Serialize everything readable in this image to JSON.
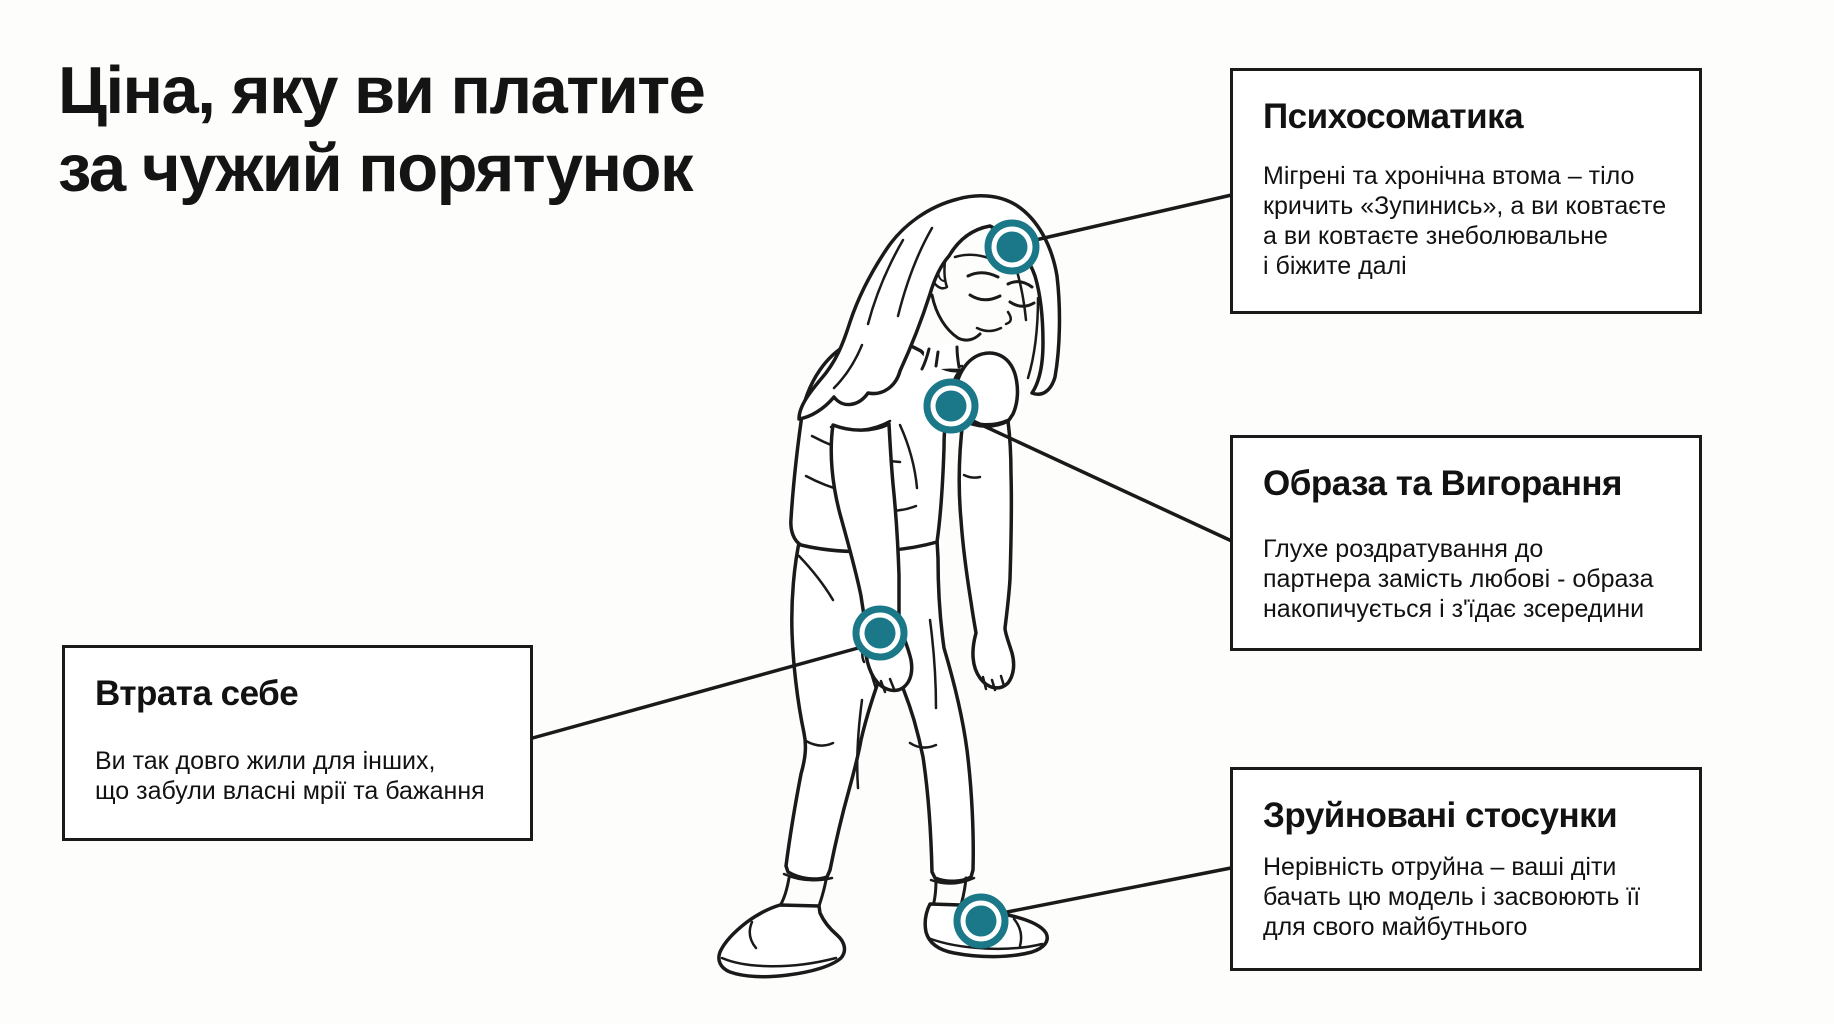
{
  "title": "Ціна, яку ви платите\nза чужий порятунок",
  "callouts": [
    {
      "id": "psychosomatics",
      "title": "Психосоматика",
      "body": "Мігрені та хронічна втома – тіло\nкричить «Зупинись», а ви ковтаєте\nа ви ковтаєте знеболювальне\nі біжите далі",
      "marker": "head"
    },
    {
      "id": "resentment-burnout",
      "title": "Образа та Вигорання",
      "body": "Глухе роздратування до\nпартнера замість любові - образа\nнакопичується і з'їдає зсередини",
      "marker": "chest"
    },
    {
      "id": "loss-of-self",
      "title": "Втрата себе",
      "body": "Ви так довго жили для інших,\nщо забули власні мрії та бажання",
      "marker": "wrist"
    },
    {
      "id": "ruined-relationships",
      "title": "Зруйновані стосунки",
      "body": "Нерівність отруйна – ваші діти\nбачать цю модель і засвоюють її\nдля свого майбутнього",
      "marker": "foot"
    }
  ],
  "figure": {
    "description": "line-art of exhausted woman, head bowed, arms hanging",
    "pain_points": [
      "head",
      "chest",
      "wrist",
      "foot"
    ]
  },
  "colors": {
    "accent": "#1a7888",
    "ink": "#1a1a1a",
    "background": "#fdfdfc"
  }
}
